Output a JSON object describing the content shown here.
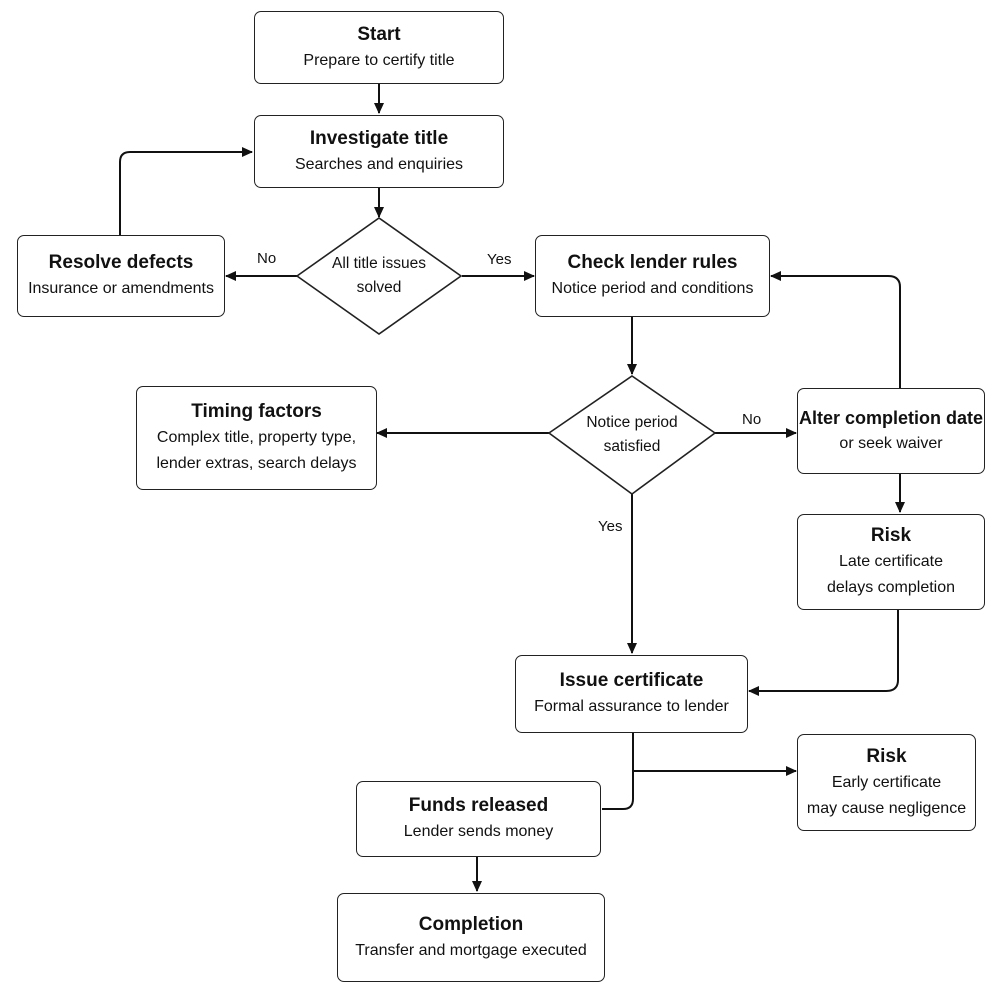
{
  "nodes": {
    "start": {
      "title": "Start",
      "sub": "Prepare to certify title"
    },
    "investigate": {
      "title": "Investigate title",
      "sub": "Searches and enquiries"
    },
    "resolve": {
      "title": "Resolve defects",
      "sub": "Insurance or amendments"
    },
    "title_check": {
      "line1": "All title issues",
      "line2": "solved"
    },
    "lender_rules": {
      "title": "Check lender rules",
      "sub": "Notice period and conditions"
    },
    "timing": {
      "title": "Timing factors",
      "sub1": "Complex title, property type,",
      "sub2": "lender extras, search delays"
    },
    "notice_check": {
      "line1": "Notice period",
      "line2": "satisfied"
    },
    "alter": {
      "title": "Alter completion date",
      "sub": "or seek waiver"
    },
    "risk_late": {
      "title": "Risk",
      "sub1": "Late certificate",
      "sub2": "delays completion"
    },
    "issue": {
      "title": "Issue certificate",
      "sub": "Formal assurance to lender"
    },
    "risk_early": {
      "title": "Risk",
      "sub1": "Early certificate",
      "sub2": "may cause negligence"
    },
    "funds": {
      "title": "Funds released",
      "sub": "Lender sends money"
    },
    "completion": {
      "title": "Completion",
      "sub": "Transfer and mortgage executed"
    }
  },
  "edge_labels": {
    "title_no": "No",
    "title_yes": "Yes",
    "notice_no": "No",
    "notice_yes": "Yes"
  }
}
